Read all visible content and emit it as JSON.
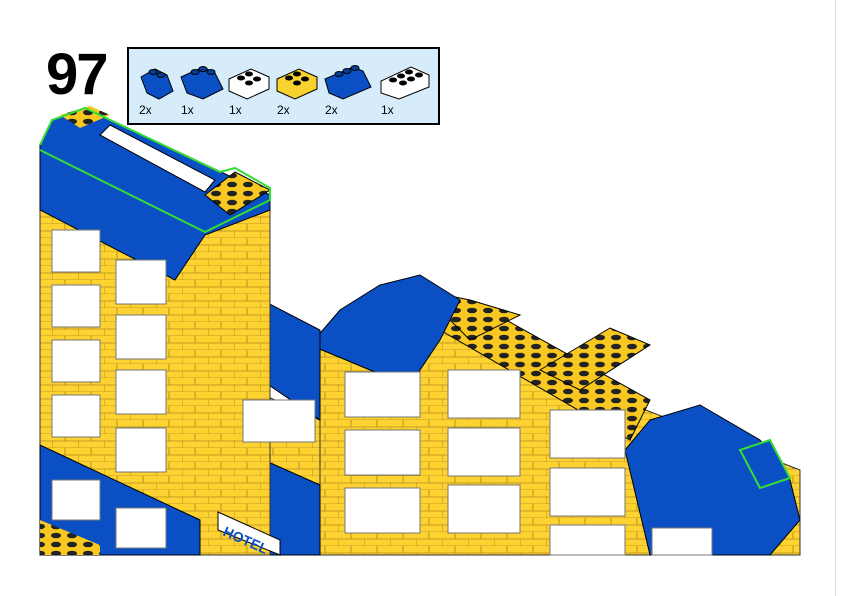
{
  "step_number": "97",
  "parts_list": [
    {
      "brick": "blue-slope-2x2",
      "color": "#0a50c4",
      "qty": "2x"
    },
    {
      "brick": "blue-slope-2x3",
      "color": "#0a50c4",
      "qty": "1x"
    },
    {
      "brick": "white-brick-2x3",
      "color": "#ffffff",
      "qty": "1x"
    },
    {
      "brick": "yellow-brick-2x3",
      "color": "#f8d22e",
      "qty": "2x"
    },
    {
      "brick": "blue-slope-2x4",
      "color": "#0a50c4",
      "qty": "2x"
    },
    {
      "brick": "white-brick-2x4",
      "color": "#ffffff",
      "qty": "1x"
    }
  ],
  "sign_text": "HOTEL",
  "colors": {
    "yellow": "#fdd231",
    "blue": "#0a50c4",
    "white": "#ffffff",
    "highlight": "#33dd33",
    "panel": "#d6ecfb"
  }
}
